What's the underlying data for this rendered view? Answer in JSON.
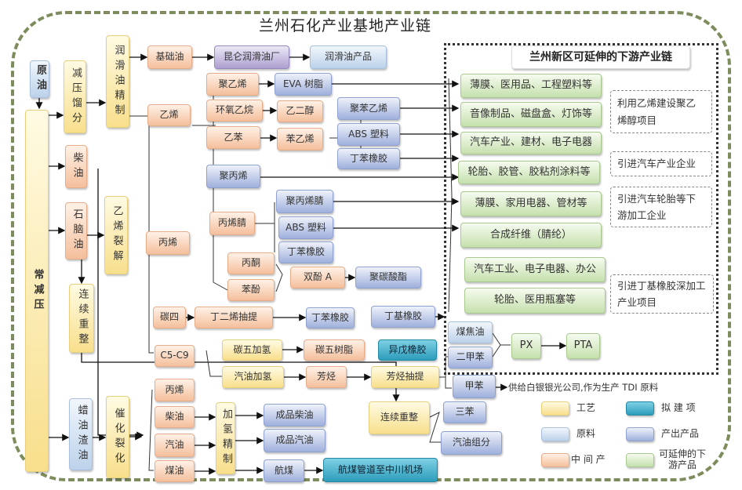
{
  "title": "兰州石化产业基地产业链",
  "nodes": {
    "crude": "原油",
    "atm": "常减压",
    "vacdist": "减压馏分",
    "lubref": "润滑油精制",
    "baseoil": "基础油",
    "kunlun": "昆仑润滑油厂",
    "lubprod": "润滑油产品",
    "diesel1": "柴油",
    "naphtha": "石脑油",
    "ethcrack": "乙烯裂解",
    "reform1": "连续重整",
    "ethylene": "乙烯",
    "pe": "聚乙烯",
    "eva": "EVA 树脂",
    "eo": "环氧乙烷",
    "eg": "乙二醇",
    "eb": "乙苯",
    "sm": "苯乙烯",
    "ps": "聚苯乙烯",
    "abs1": "ABS 塑料",
    "sbr1": "丁苯橡胶",
    "pp": "聚丙烯",
    "propylene": "丙烯",
    "an": "丙烯腈",
    "pan": "聚丙烯腈",
    "abs2": "ABS 塑料",
    "sbr2": "丁苯橡胶",
    "acetone": "丙酮",
    "phenol": "苯酚",
    "bpa": "双酚 A",
    "pc": "聚碳酸酯",
    "c4": "碳四",
    "butext": "丁二烯抽提",
    "sbr3": "丁苯橡胶",
    "iir": "丁基橡胶",
    "c5c9": "C5-C9",
    "c5hyd": "碳五加氢",
    "c5resin": "碳五树脂",
    "ir": "异戊橡胶",
    "gashyd": "汽油加氢",
    "arom": "芳烃",
    "aromext": "芳烃抽提",
    "coaltar": "煤焦油",
    "xylene": "二甲苯",
    "px": "PX",
    "pta": "PTA",
    "toluene": "甲苯",
    "tdi": "供给白银银光公司,作为生产 TDI 原料",
    "reform2": "连续重整",
    "btx": "三苯",
    "gascomp": "汽油组分",
    "waxoil": "蜡油渣油",
    "fcc": "催化裂化",
    "propylene2": "丙烯",
    "diesel2": "柴油",
    "gasoline2": "汽油",
    "kerosene": "煤油",
    "hydro": "加氢精制",
    "fdiesel": "成品柴油",
    "fgasoline": "成品汽油",
    "jet": "航煤",
    "jetpipe": "航煤管道至中川机场"
  },
  "downstream": {
    "header": "兰州新区可延伸的下游产业链",
    "products": [
      "薄膜、医用品、工程塑料等",
      "音像制品、磁盘盒、灯饰等",
      "汽车产业、建材、电子电器",
      "轮胎、胶管、胶粘剂涂料等",
      "薄膜、家用电器、管材等",
      "合成纤维（腈纶）",
      "汽车工业、电子电器、办公",
      "轮胎、医用瓶塞等"
    ],
    "projects": [
      "利用乙烯建设聚乙烯醇项目",
      "引进汽车产业企业",
      "引进汽车轮胎等下游加工企业",
      "引进丁基橡胶深加工产业项目"
    ]
  },
  "legend": {
    "process": "工艺",
    "planned": "拟 建 项",
    "raw": "原料",
    "product": "产出产品",
    "intermediate": "中 间 产",
    "downstream": "可延伸的下游产品"
  },
  "colors": {
    "frame": "#7d8c5c",
    "process": "#f8df8c",
    "intermediate": "#f4bf9c",
    "raw": "#bcd2ea",
    "product": "#9fb0dc",
    "planned": "#2d9dbb",
    "downstream": "#c5e0ad"
  }
}
